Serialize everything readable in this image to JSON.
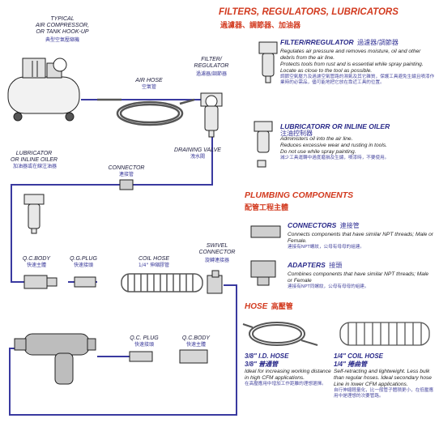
{
  "header": {
    "title": "FILTERS, REGULATORS, LUBRICATORS",
    "title_cn": "過濾器、調節器、加油器"
  },
  "diagram": {
    "compressor_label": "TYPICAL\nAIR COMPRESSOR,\nOR TANK HOOK-UP",
    "compressor_cn": "典型空氣壓縮機",
    "air_hose_label": "AIR HOSE",
    "air_hose_cn": "空氣管",
    "filter_reg_label": "FILTER/\nREGULATOR",
    "filter_reg_cn": "過濾器/調節器",
    "draining_valve_label": "DRAINING VALVE",
    "draining_valve_cn": "洩水閥",
    "lubricator_label": "LUBRICATOR\nOR INLINE OILER",
    "lubricator_cn": "加油器或在線注油器",
    "connector_label": "CONNECTOR",
    "connector_cn": "連接管",
    "qc_body_label": "Q.C.BODY",
    "qc_body_cn": "快速主體",
    "qg_plug_label": "Q.G.PLUG",
    "qg_plug_cn": "快速接頭",
    "coil_hose_label": "COIL HOSE",
    "coil_hose_cn": "1/4\" 伸縮膠管",
    "swivel_label": "SWIVEL\nCONNECTOR",
    "swivel_cn": "旋轉連接器",
    "qc_plug2_label": "Q.C. PLUG",
    "qc_plug2_cn": "快速接頭",
    "qc_body2_label": "Q.C.BODY",
    "qc_body2_cn": "快速主體"
  },
  "filter_regulator": {
    "title": "FILTER/RREGULATOR",
    "title_cn": "過濾器/調節器",
    "desc": "Regulates air pressure and removes moisture, oil and other debris from the air line.\nProtects tools from rust and is essential while spray painting. Locate as close to the tool as possible.",
    "desc_cn": "調節空氣壓力及過濾空氣管路的濕氣及其它雜質，保護工具避免生鏽且噴漆作業時的必需品，儘可能地把它放在靠近工具的位置。"
  },
  "lubricator": {
    "title": "LUBRICATORR OR INLINE OILER",
    "title_cn": "注油控制器",
    "desc": "Administers oil into the air line.\nReduces excessive wear and rusting in tools.\nDo not use while spray painting.",
    "desc_cn": "減少工具運轉中過度磨損及生鏽，噴漆時，不要使用。"
  },
  "plumbing": {
    "title": "PLUMBING COMPONENTS",
    "title_cn": "配管工程主體"
  },
  "connectors": {
    "title": "CONNECTORS",
    "title_cn": "連接管",
    "desc": "Connects components that have similar NPT threads; Male or Female.",
    "desc_cn": "連接有NPT螺紋，公母有母母的組建。"
  },
  "adapters": {
    "title": "ADAPTERS",
    "title_cn": "接頭",
    "desc": "Combines components that have similar NPT threads; Male or Female",
    "desc_cn": "連接有NPT同螺紋，公母有母母的組建。"
  },
  "hose": {
    "title": "HOSE",
    "title_cn": "高壓管"
  },
  "id_hose": {
    "title": "3/8\" I.D. HOSE",
    "title_cn": "3/8\" 普通管",
    "desc": "Ideal for increasing working distance in high CFM applications.",
    "desc_cn": "在高壓應用中增加工作距離的理想選擇。"
  },
  "coil_hose": {
    "title": "1/4\" COIL HOSE",
    "title_cn": "1/4\" 捲曲管",
    "desc": "Self-retracting and lightweight. Less bulk than regular hoses. Ideal secondary hose Line in lower CFM applications.",
    "desc_cn": "自行伸縮輕量化，比一般管子體積更小，在低壓應用中是理想的次要管路。"
  },
  "colors": {
    "line": "#3a3aa0",
    "accent_red": "#d23a1f",
    "accent_blue": "#2a2a8a"
  }
}
